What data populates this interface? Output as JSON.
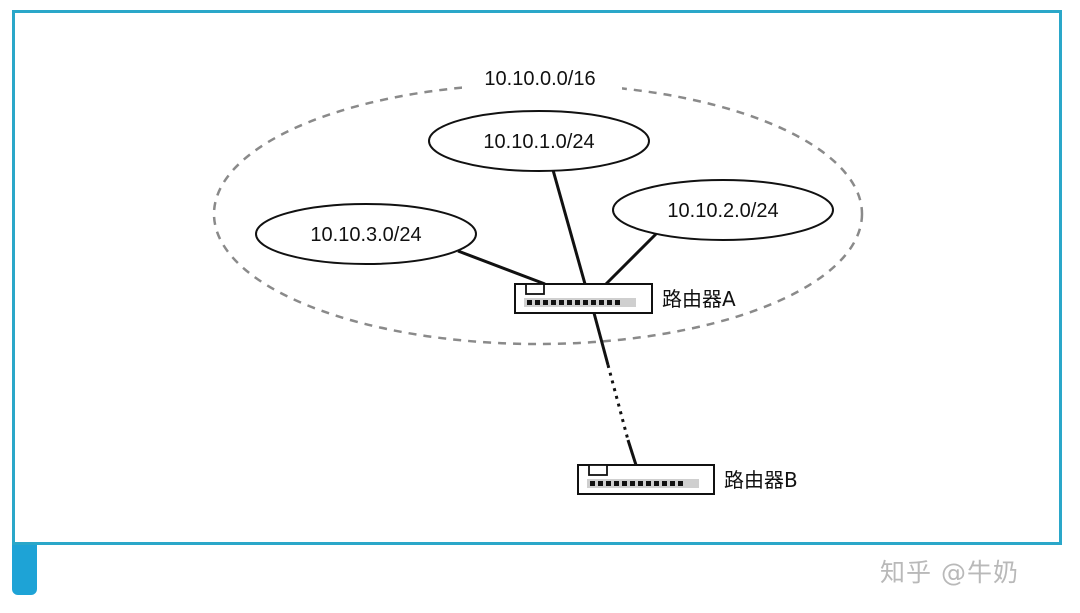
{
  "diagram": {
    "supernet_label": "10.10.0.0/16",
    "subnets": [
      {
        "label": "10.10.1.0/24"
      },
      {
        "label": "10.10.2.0/24"
      },
      {
        "label": "10.10.3.0/24"
      }
    ],
    "routers": [
      {
        "label": "路由器A"
      },
      {
        "label": "路由器B"
      }
    ]
  },
  "watermark": {
    "text": "知乎 @牛奶"
  },
  "colors": {
    "frame_border": "#2aa7c9",
    "tab": "#1ea3d6",
    "dashed_ellipse": "#8a8a8a",
    "watermark": "#b9b9b9"
  }
}
